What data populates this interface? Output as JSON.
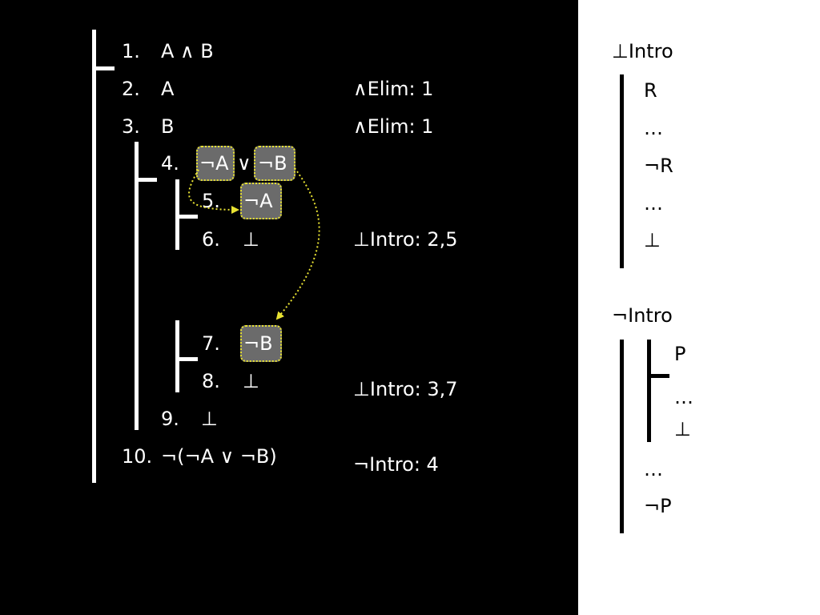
{
  "proof": {
    "lines": [
      {
        "num": "1.",
        "formula": "A ∧ B",
        "just": ""
      },
      {
        "num": "2.",
        "formula": "A",
        "just": "∧Elim: 1"
      },
      {
        "num": "3.",
        "formula": "B",
        "just": "∧Elim: 1"
      },
      {
        "num": "4.",
        "formula_part_a": "¬A",
        "formula_op": "∨",
        "formula_part_b": "¬B",
        "just": ""
      },
      {
        "num": "5.",
        "formula": "¬A",
        "just": ""
      },
      {
        "num": "6.",
        "formula": "⊥",
        "just": "⊥Intro: 2,5"
      },
      {
        "num": "7.",
        "formula": "¬B",
        "just": ""
      },
      {
        "num": "8.",
        "formula": "⊥",
        "just": "⊥Intro: 3,7"
      },
      {
        "num": "9.",
        "formula": "⊥",
        "just": ""
      },
      {
        "num": "10.",
        "formula": "¬(¬A ∨ ¬B)",
        "just": "¬Intro: 4"
      }
    ],
    "highlight_color": "#e8e232"
  },
  "rules": {
    "bottom_intro": {
      "title": "⊥Intro",
      "lines": [
        "R",
        "…",
        "¬R",
        "…",
        "⊥"
      ]
    },
    "neg_intro": {
      "title": "¬Intro",
      "sub_lines": [
        "P",
        "…",
        "⊥"
      ],
      "lines": [
        "…",
        "¬P"
      ]
    }
  }
}
